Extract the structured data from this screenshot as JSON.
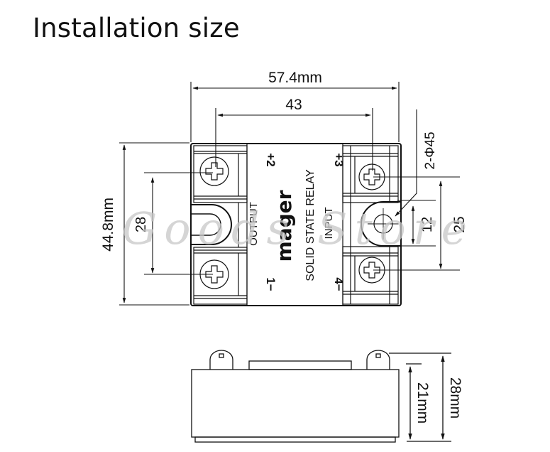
{
  "title": "Installation size",
  "top_view": {
    "overall_width": "57.4mm",
    "hole_spacing_horizontal": "43",
    "overall_height": "44.8mm",
    "screw_spacing_left": "28",
    "mounting_hole_label": "2-Φ45",
    "mounting_slot_width": "12",
    "screw_spacing_right": "25",
    "terminals": {
      "t1": "1−",
      "t2": "+2",
      "t3": "+3",
      "t4": "4−"
    },
    "labels": {
      "output": "OUTPUT",
      "brand": "mager",
      "product": "SOLID STATE RELAY",
      "input": "INPUT"
    }
  },
  "side_view": {
    "body_height": "21mm",
    "total_height": "28mm"
  },
  "watermark": "Goods Store",
  "colors": {
    "line": "#111111",
    "background": "#ffffff",
    "watermark": "#c8c8c8"
  }
}
